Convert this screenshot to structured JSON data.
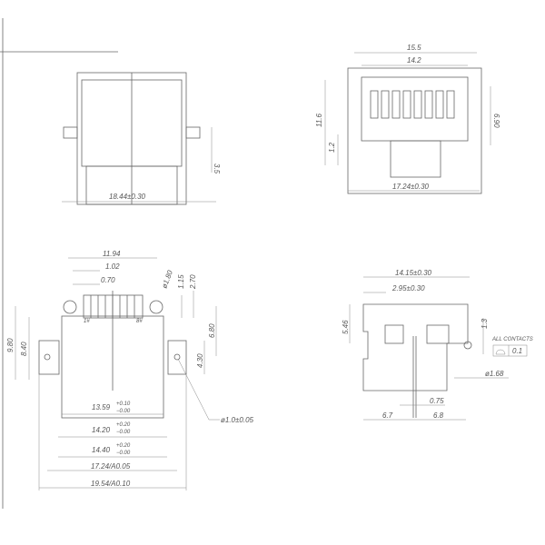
{
  "front_view": {
    "width": "18.44±0.30",
    "height_tab": "3.5"
  },
  "side_view": {
    "outer_width": "15.5",
    "inner_width": "14.2",
    "height": "11.6",
    "base": "1.2",
    "pin_height": "6.90",
    "foot_width": "17.24±0.30"
  },
  "pcb_layout": {
    "pitch_span": "11.94",
    "pitch": "1.02",
    "pad_width": "0.70",
    "hole_dia": "ø1.80",
    "dim_1_15": "1.15",
    "dim_2_70": "2.70",
    "dim_9_80": "9.80",
    "dim_8_40": "8.40",
    "dim_6_80": "6.80",
    "dim_4_30": "4.30",
    "w1": "13.59",
    "w1_tol_plus": "+0.10",
    "w1_tol_minus": "−0.00",
    "w2": "14.20",
    "w2_tol_plus": "+0.20",
    "w2_tol_minus": "−0.00",
    "w3": "14.40",
    "w3_tol_plus": "+0.20",
    "w3_tol_minus": "−0.00",
    "w4": "17.24/A0.05",
    "w5": "19.54/A0.10",
    "peg_hole": "ø1.0±0.05",
    "pin1": "1#",
    "pin8": "8#"
  },
  "profile_view": {
    "length": "14.15±0.30",
    "offset": "2.95±0.30",
    "height": "5.46",
    "dim_1_3": "1.3",
    "note": "ALL CONTACTS",
    "flatness": "0.1",
    "dia": "ø1.68",
    "pin": "0.75",
    "left": "6.7",
    "right": "6.8"
  }
}
